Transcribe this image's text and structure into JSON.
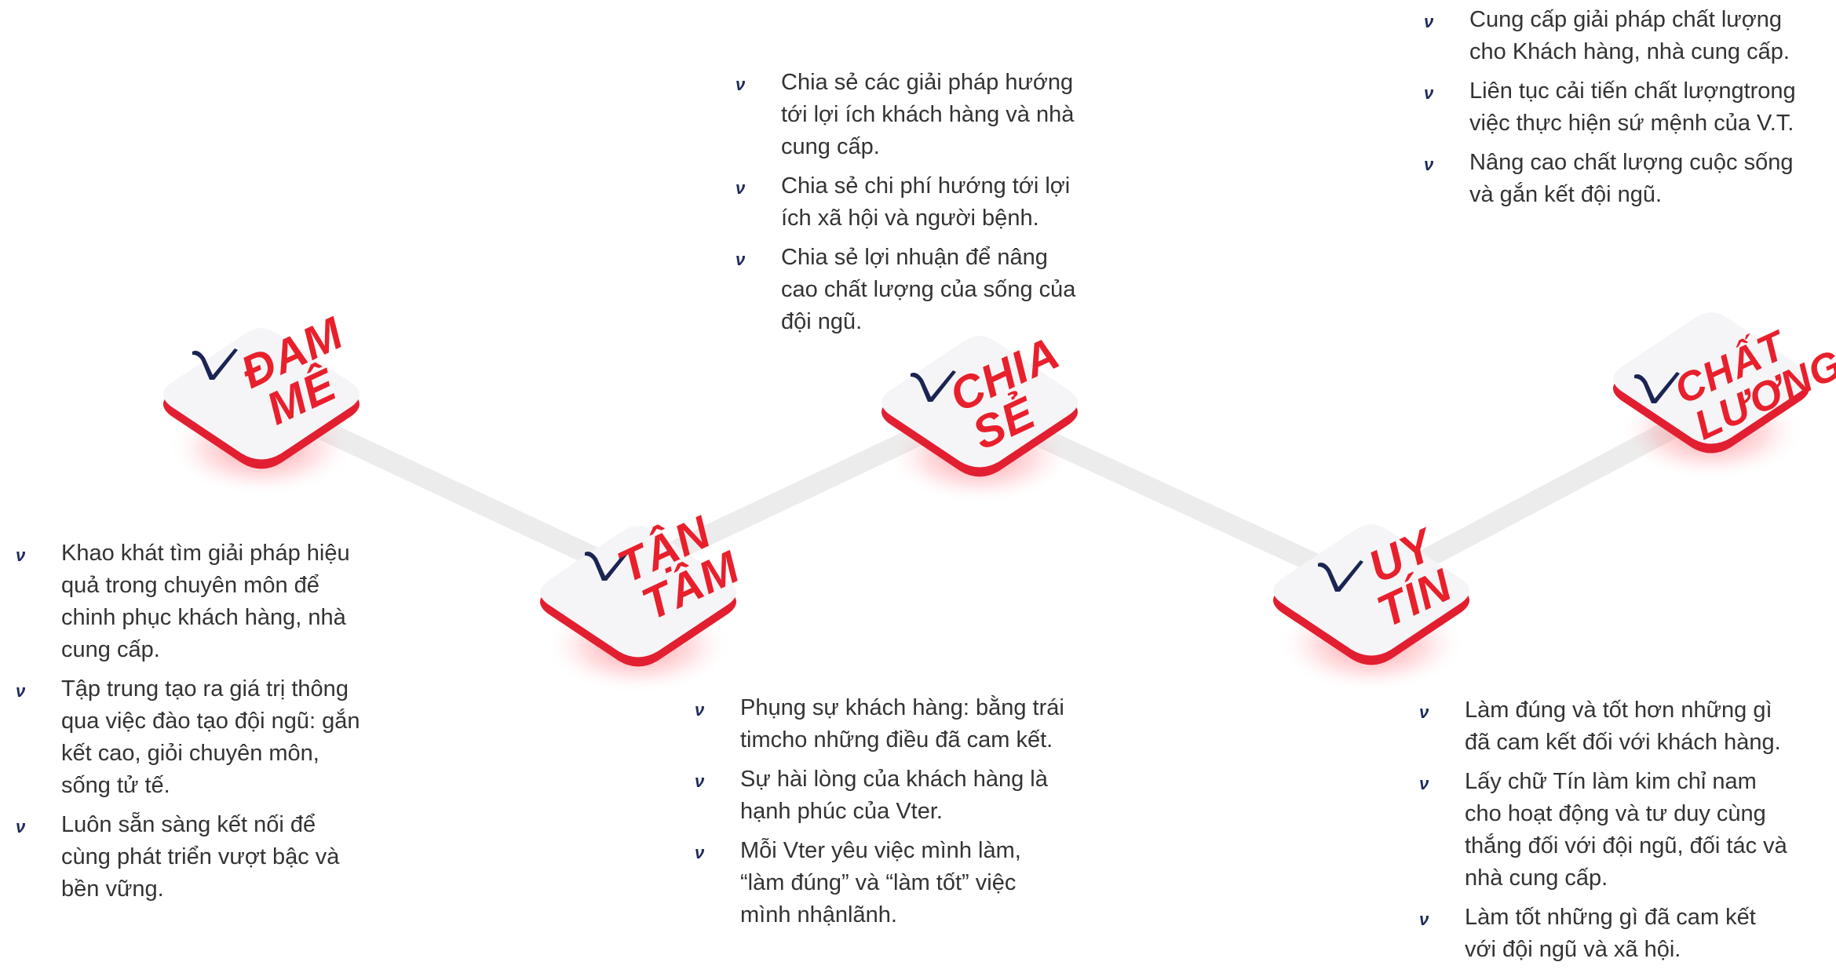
{
  "colors": {
    "accent_red": "#e8202c",
    "navy": "#1b2554",
    "text": "#333333",
    "connector": "#ececec",
    "tile_top": "#f4f4f6",
    "tile_side": "#e21f30"
  },
  "icons": {
    "bullet": "v-check-icon",
    "logo": "v-logo-icon"
  },
  "nodes": [
    {
      "id": "dam-me",
      "title_lines": [
        "ĐAM",
        "MÊ"
      ],
      "bullets": [
        "Khao khát tìm giải pháp hiệu quả trong chuyên môn để chinh phục khách hàng, nhà cung cấp.",
        "Tập trung tạo ra giá trị thông qua việc đào tạo đội ngũ: gắn kết cao, giỏi chuyên môn, sống tử tế.",
        "Luôn sẵn sàng kết nối để cùng phát triển vượt bậc và bền vững."
      ]
    },
    {
      "id": "tan-tam",
      "title_lines": [
        "TẬN",
        "TÂM"
      ],
      "bullets": [
        "Phụng sự khách hàng: bằng trái timcho những điều đã cam kết.",
        "Sự hài lòng của khách hàng là hạnh phúc của Vter.",
        "Mỗi Vter yêu việc mình làm, “làm đúng” và “làm tốt” việc mình nhậnlãnh."
      ]
    },
    {
      "id": "chia-se",
      "title_lines": [
        "CHIA",
        "SẺ"
      ],
      "bullets": [
        "Chia sẻ các giải pháp hướng tới lợi ích khách hàng và nhà cung cấp.",
        "Chia sẻ chi phí hướng tới lợi ích xã hội và người bệnh.",
        "Chia sẻ lợi nhuận để nâng cao chất lượng của sống của đội ngũ."
      ]
    },
    {
      "id": "uy-tin",
      "title_lines": [
        "UY",
        "TÍN"
      ],
      "bullets": [
        "Làm đúng và tốt hơn những gì đã cam kết đối với khách hàng.",
        "Lấy chữ Tín làm kim chỉ nam cho hoạt động và tư duy cùng thắng đối với đội ngũ, đối tác và nhà cung cấp.",
        "Làm tốt những gì đã cam kết với đội ngũ và xã hội."
      ]
    },
    {
      "id": "chat-luong",
      "title_lines": [
        "CHẤT",
        "LƯỢNG"
      ],
      "bullets": [
        "Cung cấp giải pháp chất lượng cho Khách hàng, nhà cung cấp.",
        "Liên tục cải tiến chất lượngtrong việc thực hiện sứ mệnh của V.T.",
        "Nâng cao chất lượng cuộc sống và gắn kết đội ngũ."
      ]
    }
  ]
}
